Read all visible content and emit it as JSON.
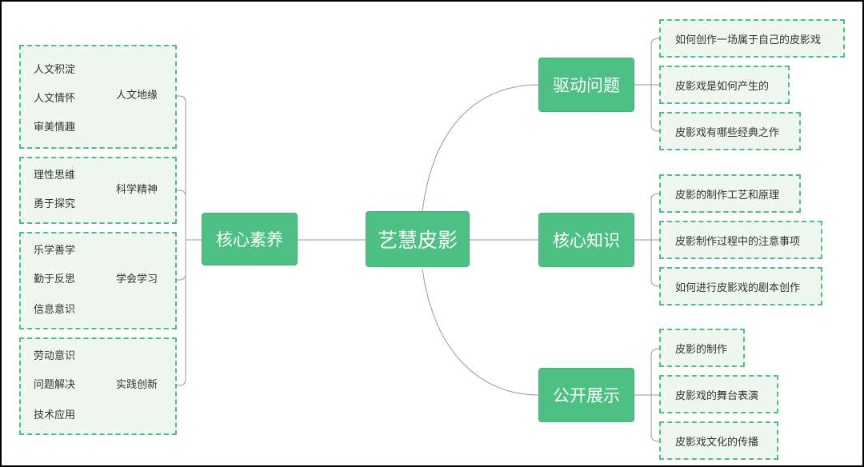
{
  "center": {
    "label": "艺慧皮影"
  },
  "left": {
    "label": "核心素养",
    "groups": [
      {
        "label": "人文地缘",
        "items": [
          "人文积淀",
          "人文情怀",
          "审美情趣"
        ]
      },
      {
        "label": "科学精神",
        "items": [
          "理性思维",
          "勇于探究"
        ]
      },
      {
        "label": "学会学习",
        "items": [
          "乐学善学",
          "勤于反思",
          "信息意识"
        ]
      },
      {
        "label": "实践创新",
        "items": [
          "劳动意识",
          "问题解决",
          "技术应用"
        ]
      }
    ]
  },
  "right": [
    {
      "label": "驱动问题",
      "items": [
        "如何创作一场属于自己的皮影戏",
        "皮影戏是如何产生的",
        "皮影戏有哪些经典之作"
      ]
    },
    {
      "label": "核心知识",
      "items": [
        "皮影的制作工艺和原理",
        "皮影制作过程中的注意事项",
        "如何进行皮影戏的剧本创作"
      ]
    },
    {
      "label": "公开展示",
      "items": [
        "皮影的制作",
        "皮影戏的舞台表演",
        "皮影戏文化的传播"
      ]
    }
  ],
  "colors": {
    "node_fill": "#4dc184",
    "leaf_border": "#4dc184",
    "leaf_fill": "#eef8f0",
    "line": "#999999"
  }
}
